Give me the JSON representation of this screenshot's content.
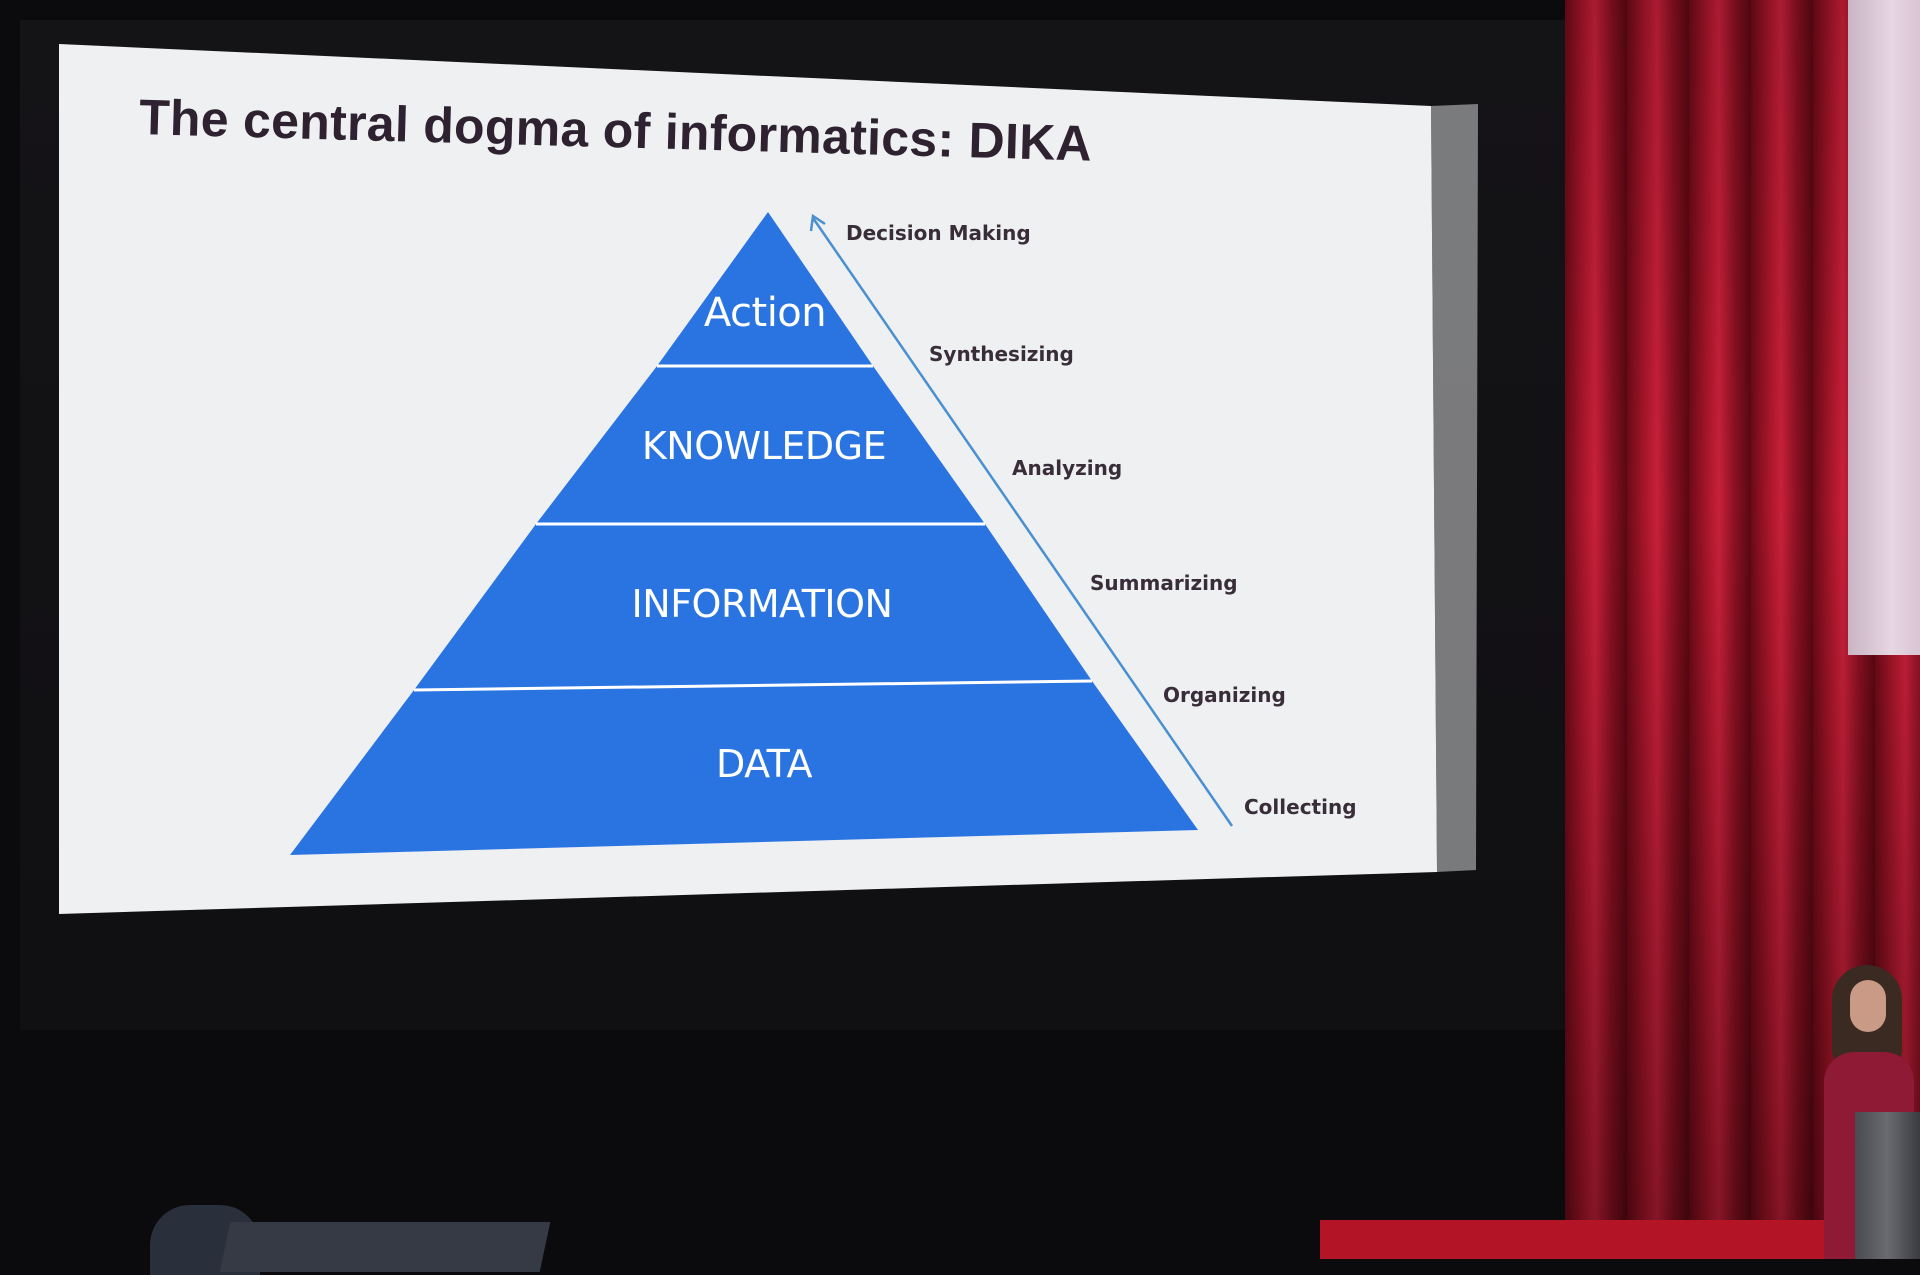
{
  "slide": {
    "title": "The central dogma of informatics: DIKA",
    "pyramid": {
      "tiers": [
        {
          "label": "Action"
        },
        {
          "label": "KNOWLEDGE"
        },
        {
          "label": "INFORMATION"
        },
        {
          "label": "DATA"
        }
      ],
      "fill_color": "#2a74e2",
      "divider_color": "#ffffff"
    },
    "process_steps": [
      {
        "label": "Decision Making"
      },
      {
        "label": "Synthesizing"
      },
      {
        "label": "Analyzing"
      },
      {
        "label": "Summarizing"
      },
      {
        "label": "Organizing"
      },
      {
        "label": "Collecting"
      }
    ],
    "arrow_icon": "up-arrow-icon",
    "background_color": "#eef0f2"
  },
  "scene": {
    "curtain_color": "#a8162a",
    "stage_color": "#b31426"
  }
}
